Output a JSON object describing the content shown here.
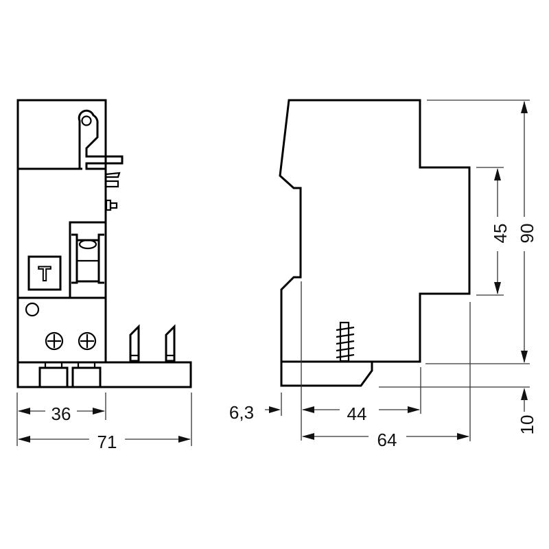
{
  "drawing": {
    "front_view": {
      "test_button_label": "T",
      "dimensions": {
        "module_width": "36",
        "total_width": "71"
      }
    },
    "side_view": {
      "dimensions": {
        "rail_offset": "6,3",
        "front_depth": "44",
        "total_depth": "64",
        "front_height": "45",
        "total_height": "90",
        "base_height": "10"
      }
    }
  }
}
